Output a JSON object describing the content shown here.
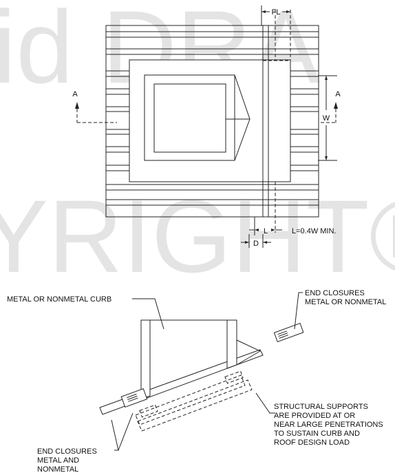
{
  "watermark": {
    "line1": "id DRA",
    "line2": "YRIGHT® ICC"
  },
  "plan_view": {
    "section_mark_left": "A",
    "section_mark_right": "A",
    "dim_fl": "FL",
    "dim_w": "W",
    "dim_l": "L",
    "dim_d": "D",
    "formula": "L=0.4W MIN."
  },
  "section_view": {
    "callout_curb": "METAL OR NONMETAL CURB",
    "callout_end_closures_top": [
      "END CLOSURES",
      "METAL OR NONMETAL"
    ],
    "callout_supports": [
      "STRUCTURAL SUPPORTS",
      "ARE PROVIDED AT OR",
      "NEAR LARGE PENETRATIONS",
      "TO SUSTAIN CURB AND",
      "ROOF DESIGN LOAD"
    ],
    "callout_end_closures_bottom": [
      "END CLOSURES",
      "METAL AND",
      "NONMETAL"
    ]
  }
}
